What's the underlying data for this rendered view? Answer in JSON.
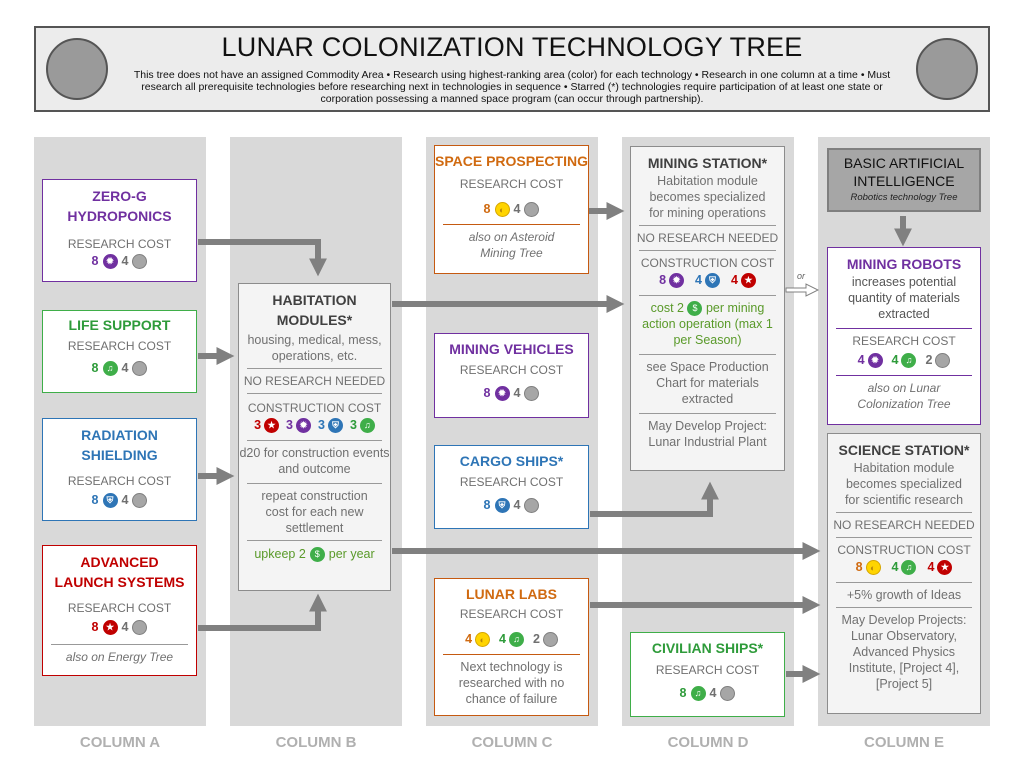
{
  "header": {
    "title": "LUNAR COLONIZATION TECHNOLOGY TREE",
    "description": "This tree does not have an assigned Commodity Area • Research using highest-ranking area (color) for each technology • Research in one column at a time • Must research all prerequisite technologies before researching next in technologies in sequence • Starred (*) technologies require participation of at least one state or corporation possessing a manned space program (can occur through partnership)."
  },
  "columns": [
    "COLUMN A",
    "COLUMN B",
    "COLUMN C",
    "COLUMN D",
    "COLUMN E"
  ],
  "labels": {
    "research_cost": "RESEARCH COST",
    "construction_cost": "CONSTRUCTION COST",
    "no_research": "NO RESEARCH NEEDED",
    "or": "or"
  },
  "nodes": {
    "zero_g": {
      "title": "ZERO-G HYDROPONICS",
      "cost": [
        "8",
        "4"
      ]
    },
    "life_support": {
      "title": "LIFE SUPPORT",
      "cost": [
        "8",
        "4"
      ]
    },
    "radiation": {
      "title": "RADIATION SHIELDING",
      "cost": [
        "8",
        "4"
      ]
    },
    "launch": {
      "title": "ADVANCED LAUNCH SYSTEMS",
      "cost": [
        "8",
        "4"
      ],
      "note": "also on Energy Tree"
    },
    "habitation": {
      "title": "HABITATION MODULES*",
      "desc": "housing, medical, mess, operations, etc.",
      "construction": [
        "3",
        "3",
        "3",
        "3"
      ],
      "d20": "d20 for construction events and outcome",
      "repeat": "repeat construction cost for each new settlement",
      "upkeep_a": "upkeep 2",
      "upkeep_b": "per year"
    },
    "prospecting": {
      "title": "SPACE PROSPECTING",
      "cost": [
        "8",
        "4"
      ],
      "note": "also on Asteroid Mining Tree"
    },
    "vehicles": {
      "title": "MINING VEHICLES",
      "cost": [
        "8",
        "4"
      ]
    },
    "cargo": {
      "title": "CARGO SHIPS*",
      "cost": [
        "8",
        "4"
      ]
    },
    "labs": {
      "title": "LUNAR LABS",
      "cost": [
        "4",
        "4",
        "2"
      ],
      "note": "Next technology is researched with no chance of failure"
    },
    "mining_station": {
      "title": "MINING STATION*",
      "desc": "Habitation module becomes specialized for mining operations",
      "construction": [
        "8",
        "4",
        "4"
      ],
      "cost_a": "cost 2",
      "cost_b": "per mining action operation (max 1 per Season)",
      "see": "see Space Production Chart for materials extracted",
      "project": "May Develop Project: Lunar Industrial Plant"
    },
    "civilian": {
      "title": "CIVILIAN SHIPS*",
      "cost": [
        "8",
        "4"
      ]
    },
    "ai": {
      "title": "BASIC ARTIFICIAL INTELLIGENCE",
      "note": "Robotics technology Tree"
    },
    "robots": {
      "title": "MINING ROBOTS",
      "desc": "increases potential quantity of materials extracted",
      "cost": [
        "4",
        "4",
        "2"
      ],
      "note": "also on Lunar Colonization Tree"
    },
    "science": {
      "title": "SCIENCE STATION*",
      "desc": "Habitation module becomes specialized for scientific research",
      "construction": [
        "8",
        "4",
        "4"
      ],
      "ideas": "+5% growth of Ideas",
      "projects": "May Develop Projects: Lunar Observatory, Advanced Physics Institute, [Project 4], [Project 5]"
    }
  },
  "colors": {
    "purple": "#7030a0",
    "green": "#3fae49",
    "blue": "#2e75b6",
    "red": "#c00000",
    "orange": "#c55a11",
    "grey": "#a6a6a6",
    "column_bg": "#d9d9d9"
  }
}
